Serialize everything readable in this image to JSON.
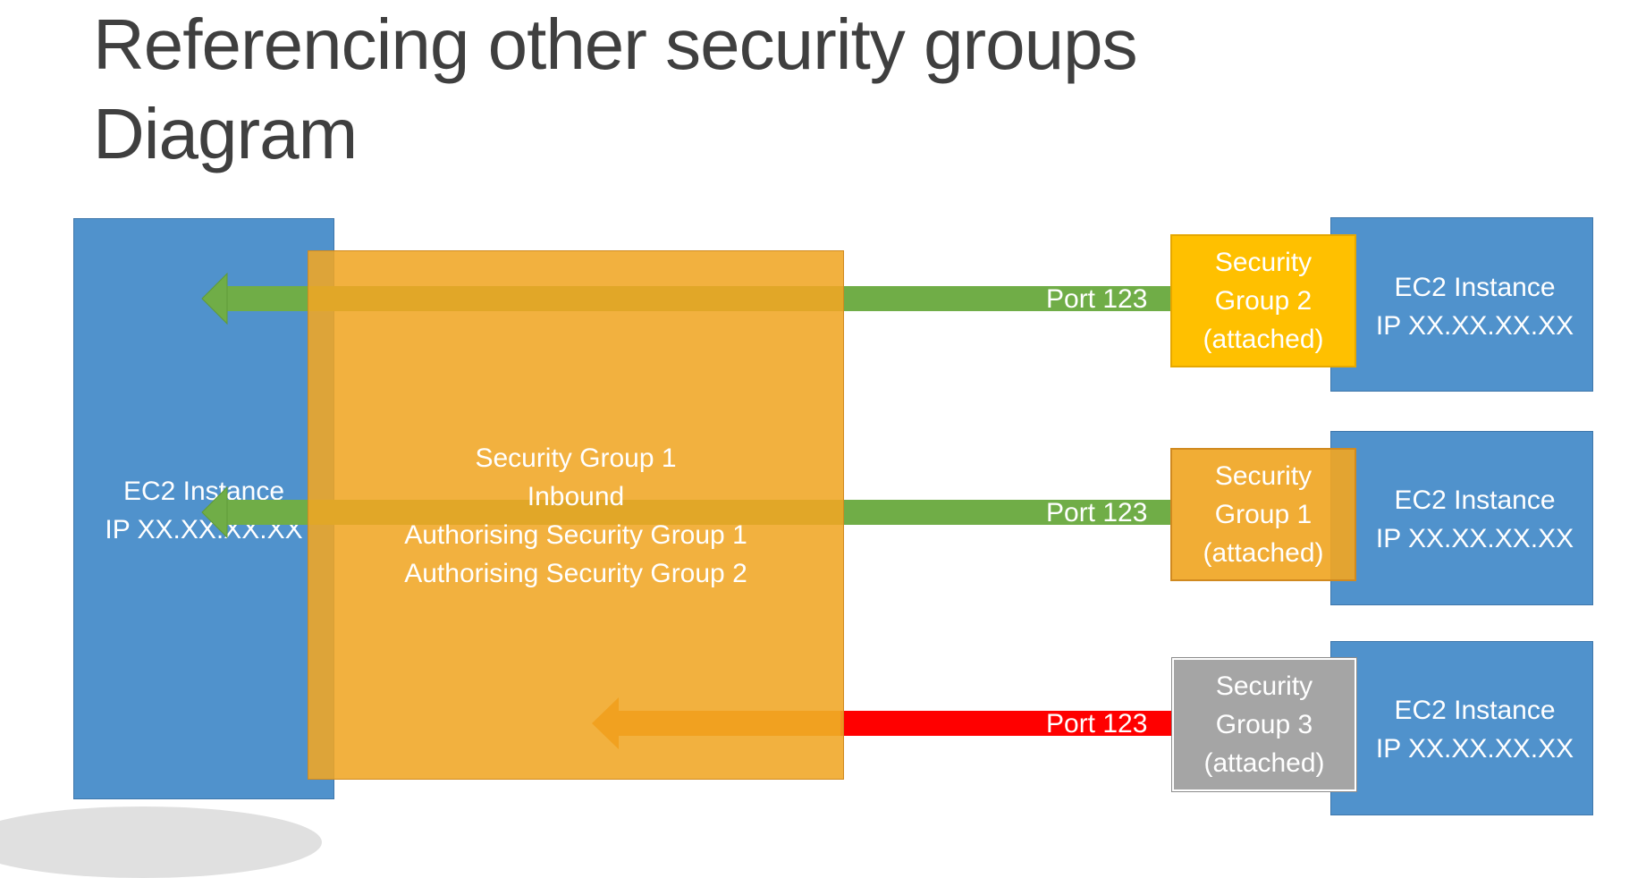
{
  "title": {
    "line1": "Referencing other security groups",
    "line2": "Diagram"
  },
  "colors": {
    "ec2": "#5092cc",
    "sg_main": "#f0a92d",
    "sg2": "#ffc000",
    "sg1_attached": "#f0a92d",
    "sg3": "#a5a5a5",
    "allowed": "#70ad47",
    "denied": "#ff0000",
    "denied_head": "#f07800"
  },
  "left_instance": {
    "line1": "EC2 Instance",
    "line2": "IP XX.XX.XX.XX"
  },
  "main_group": {
    "line1": "Security Group 1",
    "line2": "Inbound",
    "line3": "Authorising Security Group 1",
    "line4": "Authorising Security Group 2"
  },
  "rows": [
    {
      "port": "Port 123",
      "sg_line1": "Security",
      "sg_line2": "Group 2",
      "sg_line3": "(attached)",
      "ec2_line1": "EC2 Instance",
      "ec2_line2": "IP XX.XX.XX.XX",
      "status": "allowed"
    },
    {
      "port": "Port 123",
      "sg_line1": "Security",
      "sg_line2": "Group 1",
      "sg_line3": "(attached)",
      "ec2_line1": "EC2 Instance",
      "ec2_line2": "IP XX.XX.XX.XX",
      "status": "allowed"
    },
    {
      "port": "Port 123",
      "sg_line1": "Security",
      "sg_line2": "Group 3",
      "sg_line3": "(attached)",
      "ec2_line1": "EC2 Instance",
      "ec2_line2": "IP XX.XX.XX.XX",
      "status": "denied"
    }
  ]
}
